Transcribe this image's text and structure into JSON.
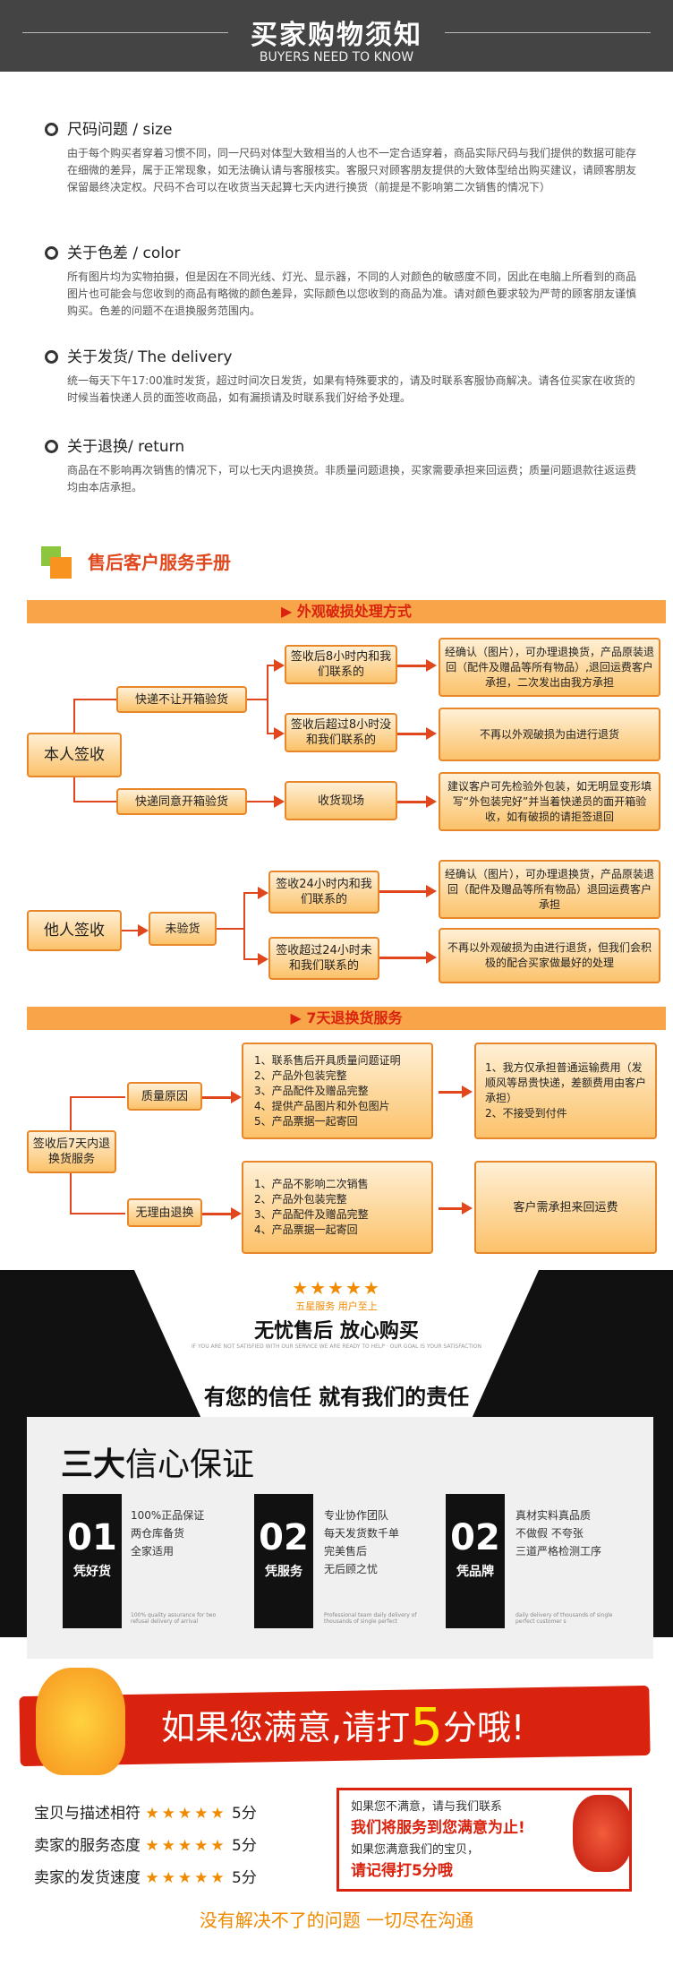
{
  "header": {
    "title": "买家购物须知",
    "subtitle": "BUYERS NEED TO KNOW"
  },
  "notices": [
    {
      "title": "尺码问题 / size",
      "body": "由于每个购买者穿着习惯不同，同一尺码对体型大致相当的人也不一定合适穿着，商品实际尺码与我们提供的数据可能存在细微的差异，属于正常现象，如无法确认请与客服核实。客服只对顾客朋友提供的大致体型给出购买建议，请顾客朋友保留最终决定权。尺码不合可以在收货当天起算七天内进行换货（前提是不影响第二次销售的情况下）"
    },
    {
      "title": "关于色差 / color",
      "body": "所有图片均为实物拍摄，但是因在不同光线、灯光、显示器，不同的人对颜色的敏感度不同，因此在电脑上所看到的商品图片也可能会与您收到的商品有略微的颜色差异，实际颜色以您收到的商品为准。请对颜色要求较为严苛的顾客朋友谨慎购买。色差的问题不在退换服务范围内。"
    },
    {
      "title": "关于发货/ The delivery",
      "body": "统一每天下午17:00准时发货，超过时间次日发货，如果有特殊要求的，请及时联系客服协商解决。请各位买家在收货的时候当着快递人员的面签收商品，如有漏损请及时联系我们好给予处理。"
    },
    {
      "title": "关于退换/ return",
      "body": "商品在不影响再次销售的情况下，可以七天内退换货。非质量问题退换，买家需要承担来回运费；质量问题退款往返运费均由本店承担。"
    }
  ],
  "service": {
    "title": "售后客户服务手册",
    "sec1": "▶  外观破损处理方式",
    "sec2": "▶  7天退换货服务"
  },
  "flow1": {
    "self": "本人签收",
    "other": "他人签收",
    "a1": "快递不让开箱验货",
    "a2": "快递同意开箱验货",
    "b1": "签收后8小时内和我们联系的",
    "b2": "签收后超过8小时没和我们联系的",
    "b3": "收货现场",
    "c1": "经确认（图片），可办理退换货，产品原装退回（配件及赠品等所有物品）,退回运费客户承担，二次发出由我方承担",
    "c2": "不再以外观破损为由进行退货",
    "c3": "建议客户可先检验外包装，如无明显变形填写“外包装完好”并当着快递员的面开箱验收，如有破损的请拒签退回",
    "d1": "未验货",
    "e1": "签收24小时内和我们联系的",
    "e2": "签收超过24小时未和我们联系的",
    "f1": "经确认（图片），可办理退换货，产品原装退回（配件及赠品等所有物品）退回运费客户承担",
    "f2": "不再以外观破损为由进行退货，但我们会积极的配合买家做最好的处理"
  },
  "flow2": {
    "root": "签收后7天内退换货服务",
    "q": "质量原因",
    "n": "无理由退换",
    "qlist": "1、联系售后开具质量问题证明\n2、产品外包装完整\n3、产品配件及赠品完整\n4、提供产品图片和外包图片\n5、产品票据一起寄回",
    "qres": "1、我方仅承担普通运输费用（发顺风等昂贵快递，差额费用由客户承担）\n2、不接受到付件",
    "nlist": "1、产品不影响二次销售\n2、产品外包装完整\n3、产品配件及赠品完整\n4、产品票据一起寄回",
    "nres": "客户需承担来回运费"
  },
  "promo": {
    "stars": "★★★★★",
    "five": "五星服务 用户至上",
    "slogan": "无忧售后 放心购买",
    "tiny": "IF YOU ARE NOT SATISFIED WITH OUR SERVICE WE ARE READY TO HELP · OUR GOAL IS YOUR SATISFACTION",
    "trust": "有您的信任 就有我们的责任",
    "g_bold": "三大",
    "g_rest": "信心保证",
    "cards": [
      {
        "num": "01",
        "label": "凭好货",
        "items": [
          "100%正品保证",
          "两仓库备货",
          "全家适用"
        ],
        "en": "100% quality assurance for two refusal delivery of arrival"
      },
      {
        "num": "02",
        "label": "凭服务",
        "items": [
          "专业协作团队",
          "每天发货数千单",
          "完美售后",
          "无后顾之忧"
        ],
        "en": "Professional team daily delivery of thousands of single perfect"
      },
      {
        "num": "02",
        "label": "凭品牌",
        "items": [
          "真材实料真品质",
          "不做假  不夸张",
          "三道严格检测工序"
        ],
        "en": "daily delivery of thousands of single perfect customer s"
      }
    ]
  },
  "rate": {
    "banner_a": "如果您满意,请打",
    "banner_n": "5",
    "banner_b": "分哦!",
    "rows": [
      {
        "label": "宝贝与描述相符",
        "stars": "★★★★★",
        "score": "5分"
      },
      {
        "label": "卖家的服务态度",
        "stars": "★★★★★",
        "score": "5分"
      },
      {
        "label": "卖家的发货速度",
        "stars": "★★★★★",
        "score": "5分"
      }
    ],
    "note1": "如果您不满意，请与我们联系",
    "note2": "我们将服务到您满意为止!",
    "note3": "如果您满意我们的宝贝，",
    "note4": "请记得打5分哦",
    "footer": "没有解决不了的问题 一切尽在沟通"
  },
  "colors": {
    "orange": "#f7a548",
    "red": "#d9230f"
  }
}
